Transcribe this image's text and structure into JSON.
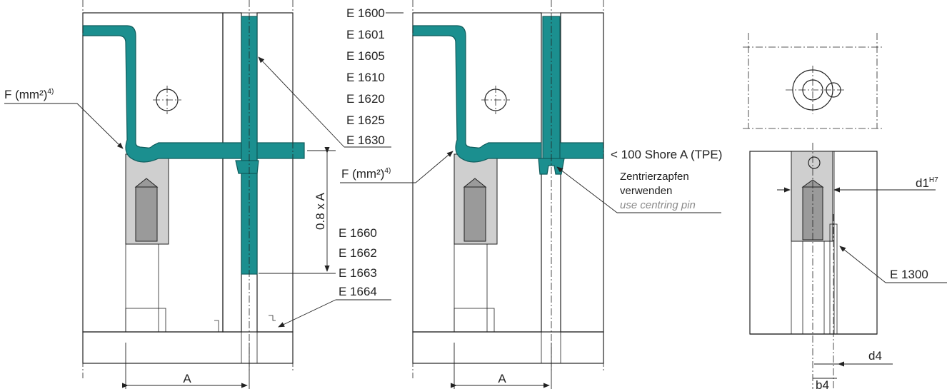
{
  "labels": {
    "f_mm2_left": "F (mm²)",
    "f_mm2_left_sup": "4)",
    "f_mm2_mid": "F (mm²)",
    "f_mm2_mid_sup": "4)",
    "e_top_list": [
      "E 1600",
      "E 1601",
      "E 1605",
      "E 1610",
      "E 1620",
      "E 1625",
      "E 1630"
    ],
    "e_bottom_list": [
      "E 1660",
      "E 1662",
      "E 1663",
      "E 1664"
    ],
    "dim_08xA": "0.8 x A",
    "dim_A_left": "A",
    "dim_A_mid": "A",
    "shore": "< 100 Shore A (TPE)",
    "zentrier_1": "Zentrierzapfen",
    "zentrier_2": "verwenden",
    "centring_pin": "use centring pin",
    "d1": "d1",
    "d1_sup": "H7",
    "e1300": "E 1300",
    "d4": "d4",
    "b4": "b4"
  },
  "colors": {
    "cooling_channel": "#1b8f8f",
    "insert": "#cfcfcf",
    "line": "#222222",
    "note_italic": "#8a8a8a"
  }
}
